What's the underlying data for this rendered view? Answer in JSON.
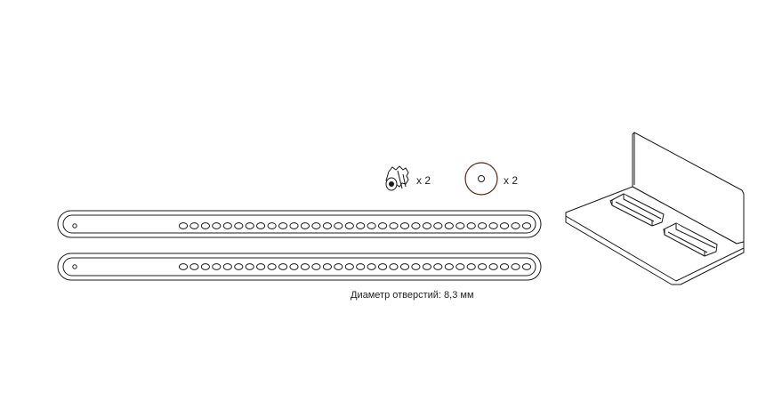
{
  "knob": {
    "quantity_label": "x 2"
  },
  "washer": {
    "quantity_label": "x 2"
  },
  "strips": {
    "hole_count": 32,
    "hole_diameter_caption": "Диаметр отверстий: 8,3 мм"
  },
  "colors": {
    "stroke": "#1a1a1a",
    "washer_stroke": "#5a2a1a",
    "background": "#ffffff"
  },
  "parts": [
    "knob-icon",
    "washer-icon",
    "slotted-strip",
    "slotted-strip",
    "angle-bracket"
  ]
}
